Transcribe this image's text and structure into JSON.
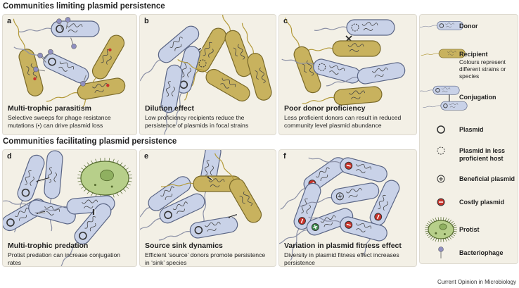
{
  "sections": {
    "top": "Communities limiting plasmid persistence",
    "bottom": "Communities facilitating plasmid persistence"
  },
  "panels": [
    {
      "label": "a",
      "title": "Multi-trophic parasitism",
      "description": "Selective sweeps for phage resistance mutations (•) can drive plasmid loss"
    },
    {
      "label": "b",
      "title": "Dilution effect",
      "description": "Low proficiency recipients reduce the persistence of plasmids in focal strains"
    },
    {
      "label": "c",
      "title": "Poor donor proﬁciency",
      "description": "Less proﬁcient donors can result in reduced community level plasmid abundance"
    },
    {
      "label": "d",
      "title": "Multi-trophic predation",
      "description": "Protist predation can increase conjugation rates"
    },
    {
      "label": "e",
      "title": "Source sink dynamics",
      "description": "Efﬁcient ‘source’ donors promote persistence in ‘sink’ species"
    },
    {
      "label": "f",
      "title": "Variation in plasmid ﬁtness effect",
      "description": "Diversity in plasmid fitness effect increases persistence"
    }
  ],
  "legend": {
    "donor": "Donor",
    "recipient": "Recipient",
    "recipient_note": "Colours represent different strains or species",
    "conjugation": "Conjugation",
    "plasmid": "Plasmid",
    "plasmid_less": "Plasmid in less proﬁcient host",
    "beneficial": "Beneﬁcial plasmid",
    "costly": "Costly plasmid",
    "protist": "Protist",
    "bacteriophage": "Bacteriophage"
  },
  "colors": {
    "donor_fill": "#c9d2e8",
    "donor_stroke": "#5a6584",
    "recipient_fill": "#c8b25e",
    "recipient_stroke": "#7a6a2a",
    "flagellum": "#8a8fa5",
    "costly": "#c8332b",
    "beneficial": "#3a8a4a",
    "protist": "#b7cf8a",
    "phage": "#8f8fc0"
  },
  "footer": "Current Opinion in Microbiology"
}
